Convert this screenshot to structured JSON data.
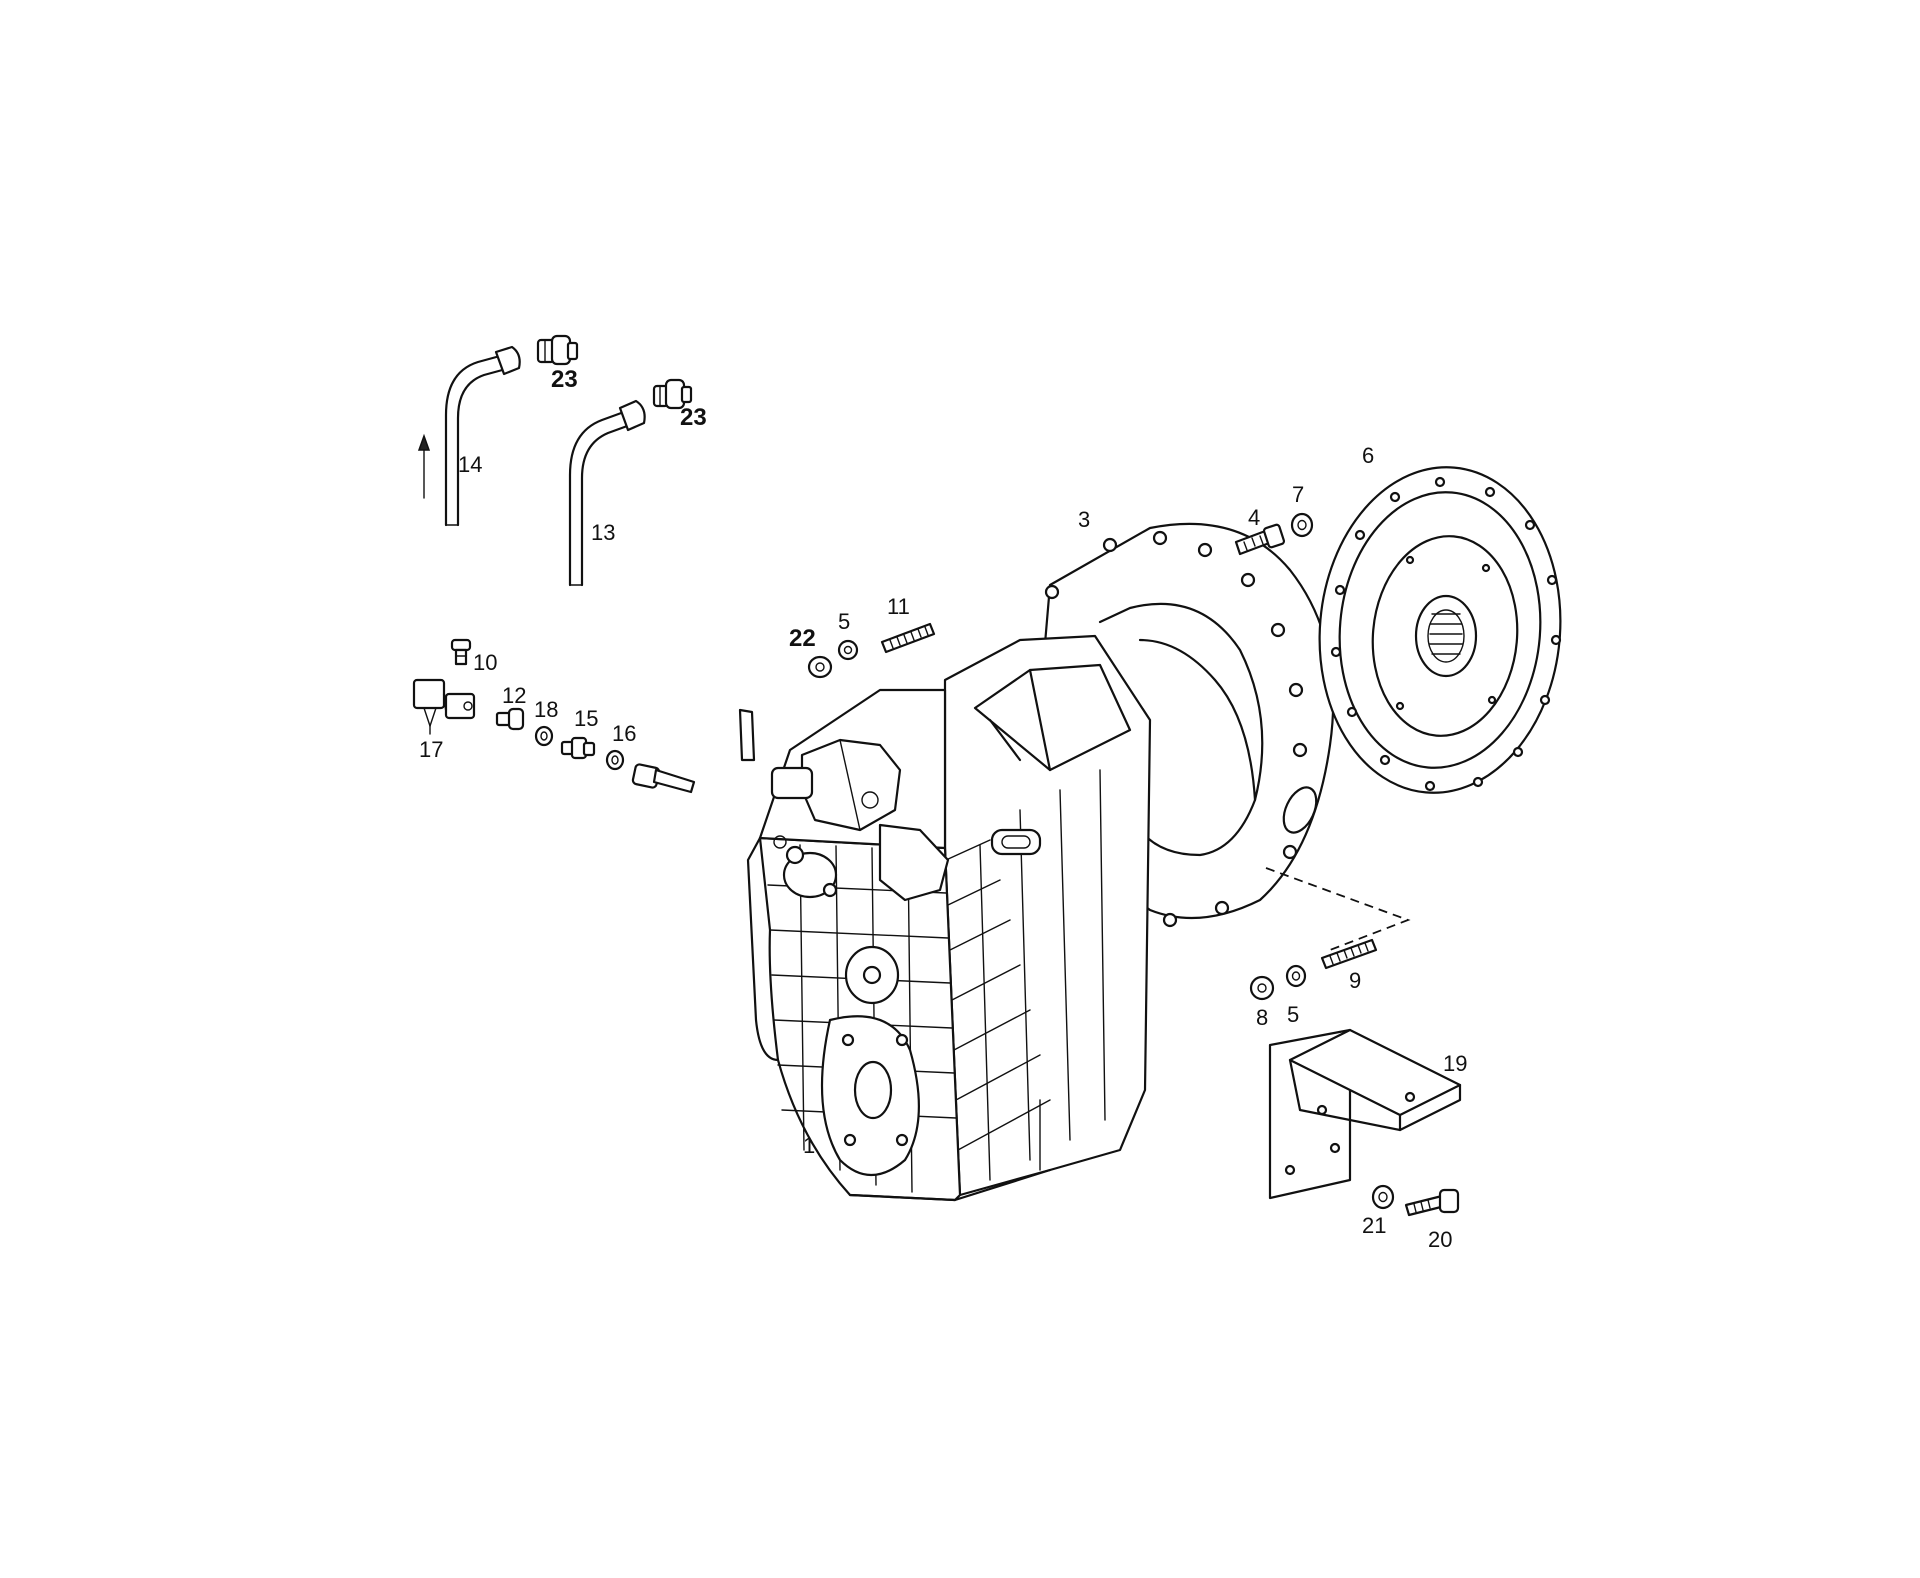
{
  "callouts": {
    "c1": "1",
    "c3": "3",
    "c4": "4",
    "c5a": "5",
    "c5b": "5",
    "c6": "6",
    "c7": "7",
    "c8": "8",
    "c9": "9",
    "c10": "10",
    "c11": "11",
    "c12": "12",
    "c13": "13",
    "c14": "14",
    "c15": "15",
    "c16": "16",
    "c17": "17",
    "c18": "18",
    "c19": "19",
    "c20": "20",
    "c21": "21",
    "c22": "22",
    "c23a": "23",
    "c23b": "23"
  }
}
